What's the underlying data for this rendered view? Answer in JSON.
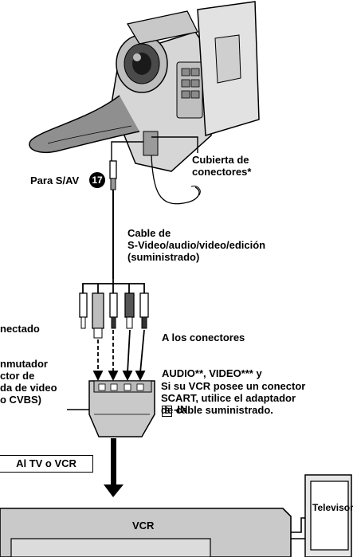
{
  "labels": {
    "para_sav": "Para S/AV",
    "para_sav_badge": "17",
    "cubierta": "Cubierta de\nconectores*",
    "cable": "Cable de\nS-Video/audio/video/edición\n(suministrado)",
    "a_los_line1": "A los conectores",
    "a_los_line2": "AUDIO**, VIDEO*** y",
    "a_los_s": "S",
    "a_los_in": "-IN",
    "desconectado": "nectado",
    "conmutador": "nmutador\nctor de\nda de video\no CVBS)",
    "scart": "Si su VCR posee un conector\nSCART, utilice el adaptador\nde cable suministrado.",
    "al_tv": "Al TV o VCR",
    "vcr": "VCR",
    "televisor": "Televisor"
  },
  "colors": {
    "device_gray": "#c9c9c9",
    "device_dark": "#8a8a8a",
    "line": "#000000"
  }
}
